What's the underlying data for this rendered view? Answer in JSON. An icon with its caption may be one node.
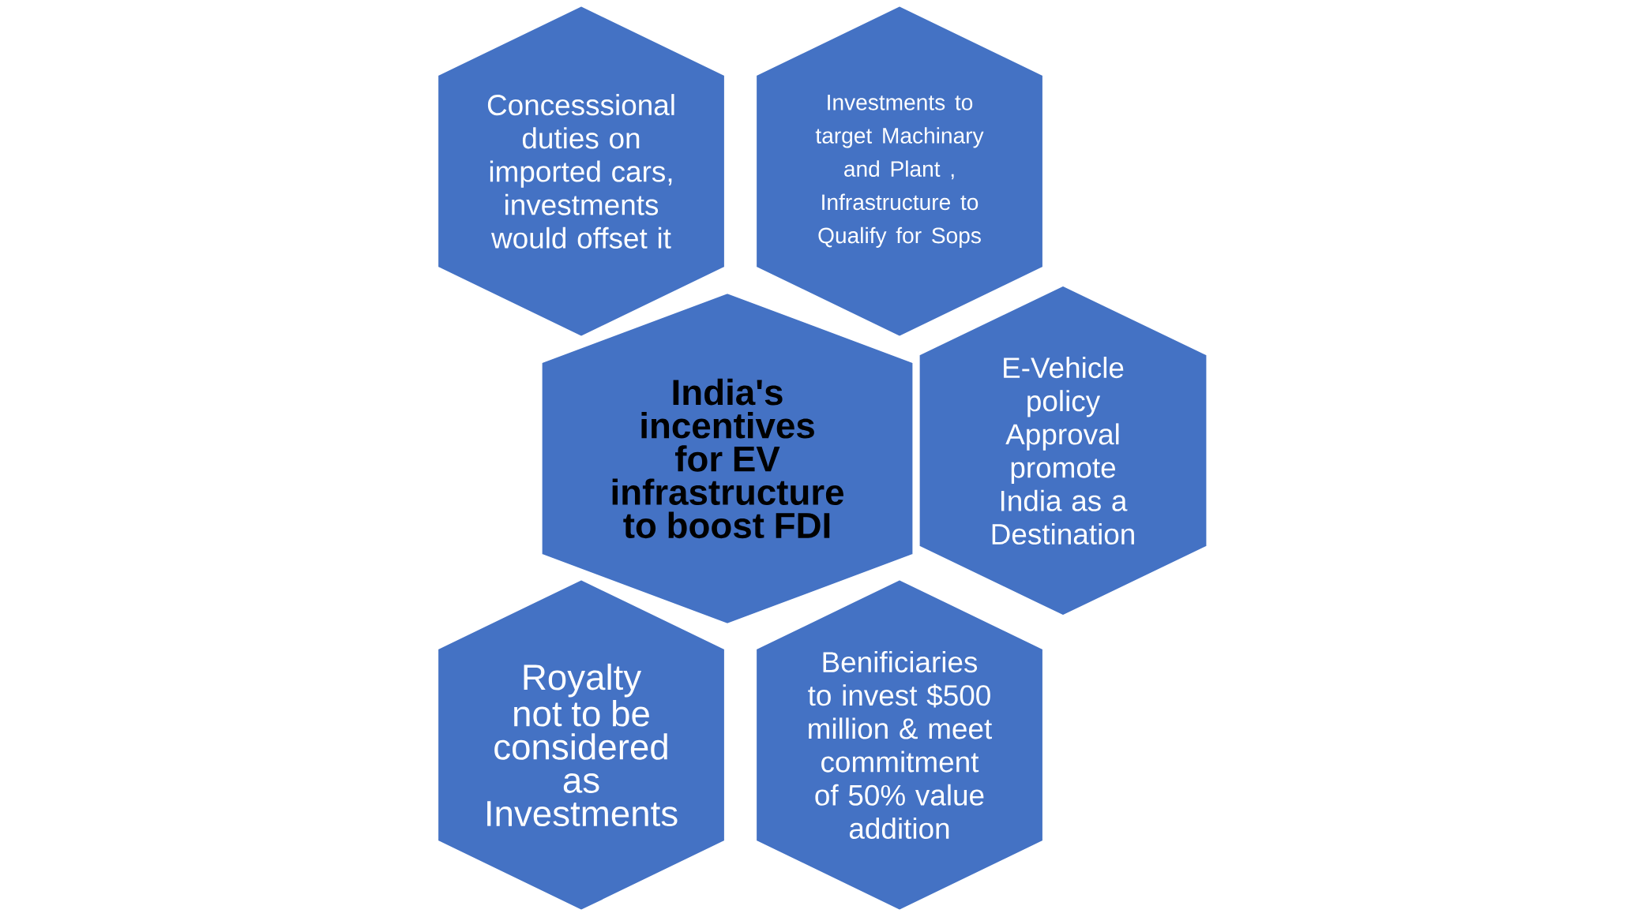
{
  "diagram": {
    "nodes": [
      {
        "text": [
          "Concesssional duties on imported cars, investments would offset it"
        ]
      },
      {
        "text": [
          "Investments to target Machinary and Plant , Infrastructure to Qualify for Sops"
        ]
      },
      {
        "text": [
          "India's incentives for EV infrastructure to boost FDI"
        ]
      },
      {
        "text": [
          "E-Vehicle policy Approval promote India as a Destination"
        ]
      },
      {
        "text": [
          "Royalty not to be considered as Investments"
        ]
      },
      {
        "text": [
          "Benificiaries to invest $500 million & meet commitment of 50% value addition"
        ]
      }
    ]
  }
}
